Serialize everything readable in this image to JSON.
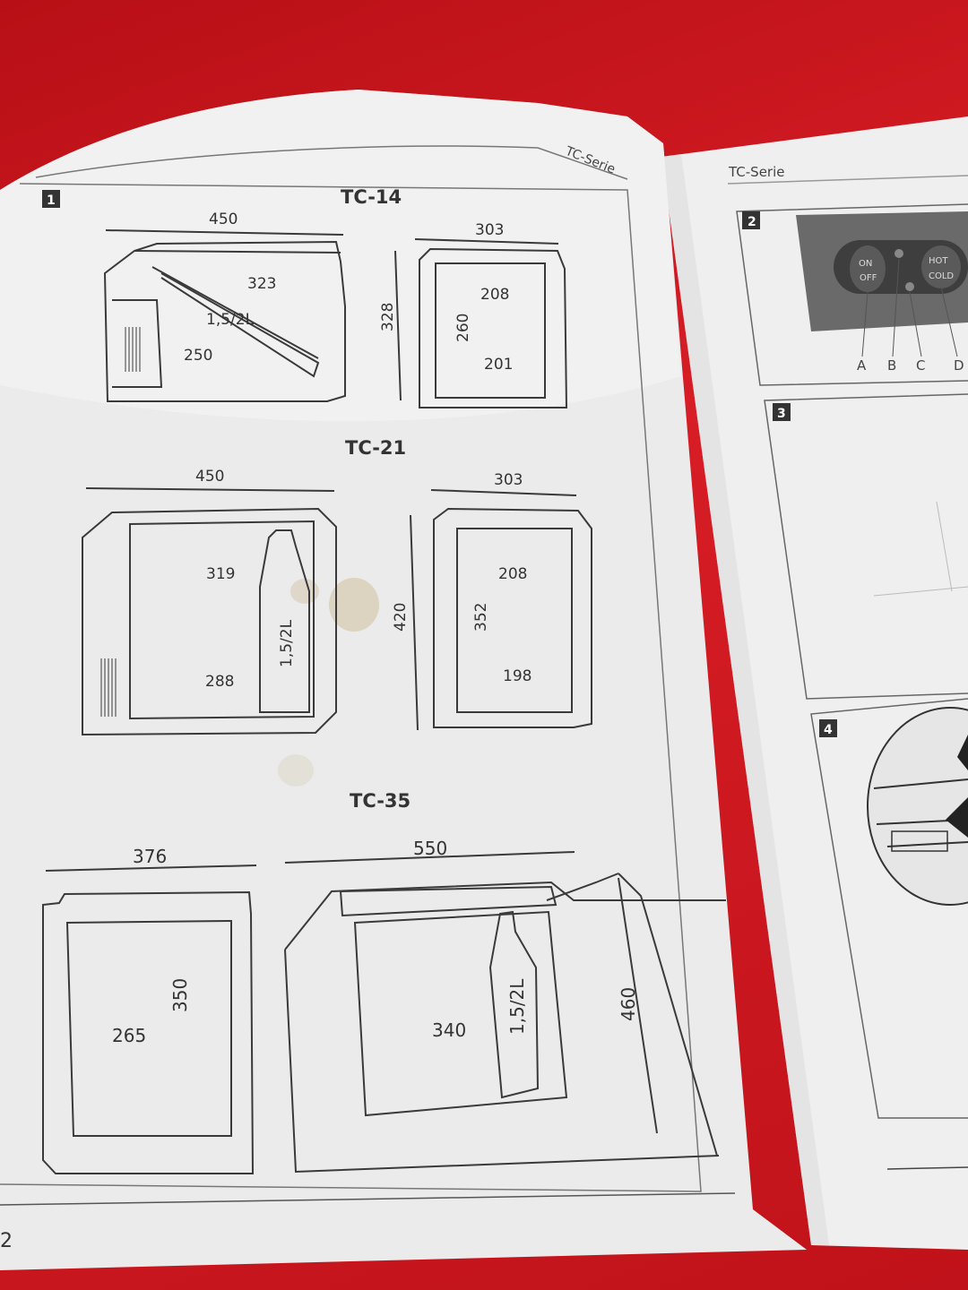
{
  "left_page": {
    "header": "TC-Serie",
    "page_number": "2",
    "figure_number": "1",
    "models": [
      {
        "name": "TC-14",
        "side_view": {
          "width": "450",
          "inner_width": "323",
          "bottom_width": "250",
          "bottle": "1,5/2L"
        },
        "front_view": {
          "width": "303",
          "height": "328",
          "inner_height": "260",
          "inner_top_width": "208",
          "inner_bottom_width": "201"
        }
      },
      {
        "name": "TC-21",
        "side_view": {
          "width": "450",
          "inner_width": "319",
          "bottom_width": "288",
          "bottle": "1,5/2L"
        },
        "front_view": {
          "width": "303",
          "height": "420",
          "inner_height": "352",
          "inner_top_width": "208",
          "inner_bottom_width": "198"
        }
      },
      {
        "name": "TC-35",
        "front_view": {
          "width": "376",
          "inner_height": "350",
          "inner_width": "265"
        },
        "side_view": {
          "width": "550",
          "height": "460",
          "inner_width": "340",
          "bottle": "1,5/2L"
        }
      }
    ]
  },
  "right_page": {
    "header": "TC-Serie",
    "figure_2": {
      "number": "2",
      "switch_on": "ON",
      "switch_off": "OFF",
      "switch_hot": "HOT",
      "switch_cold": "COLD",
      "labels": [
        "A",
        "B",
        "C",
        "D"
      ]
    },
    "figure_3": {
      "number": "3"
    },
    "figure_4": {
      "number": "4"
    }
  },
  "colors": {
    "background_red": "#c8131b",
    "paper": "#ececec",
    "ink": "#3a3a3a",
    "panel_dark": "#5a5a5a"
  }
}
